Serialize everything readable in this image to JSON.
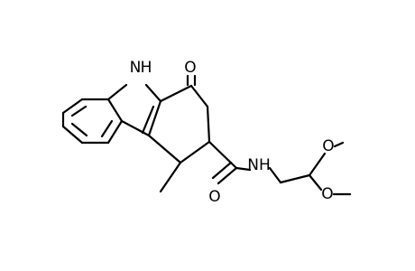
{
  "molecule": {
    "atom_labels": {
      "nh_ring": "H",
      "nh_ring_n": "N",
      "ketone_o": "O",
      "amide_nh": "NH",
      "amide_o": "O",
      "methoxy_o_top": "O",
      "methoxy_o_bottom": "O"
    }
  }
}
